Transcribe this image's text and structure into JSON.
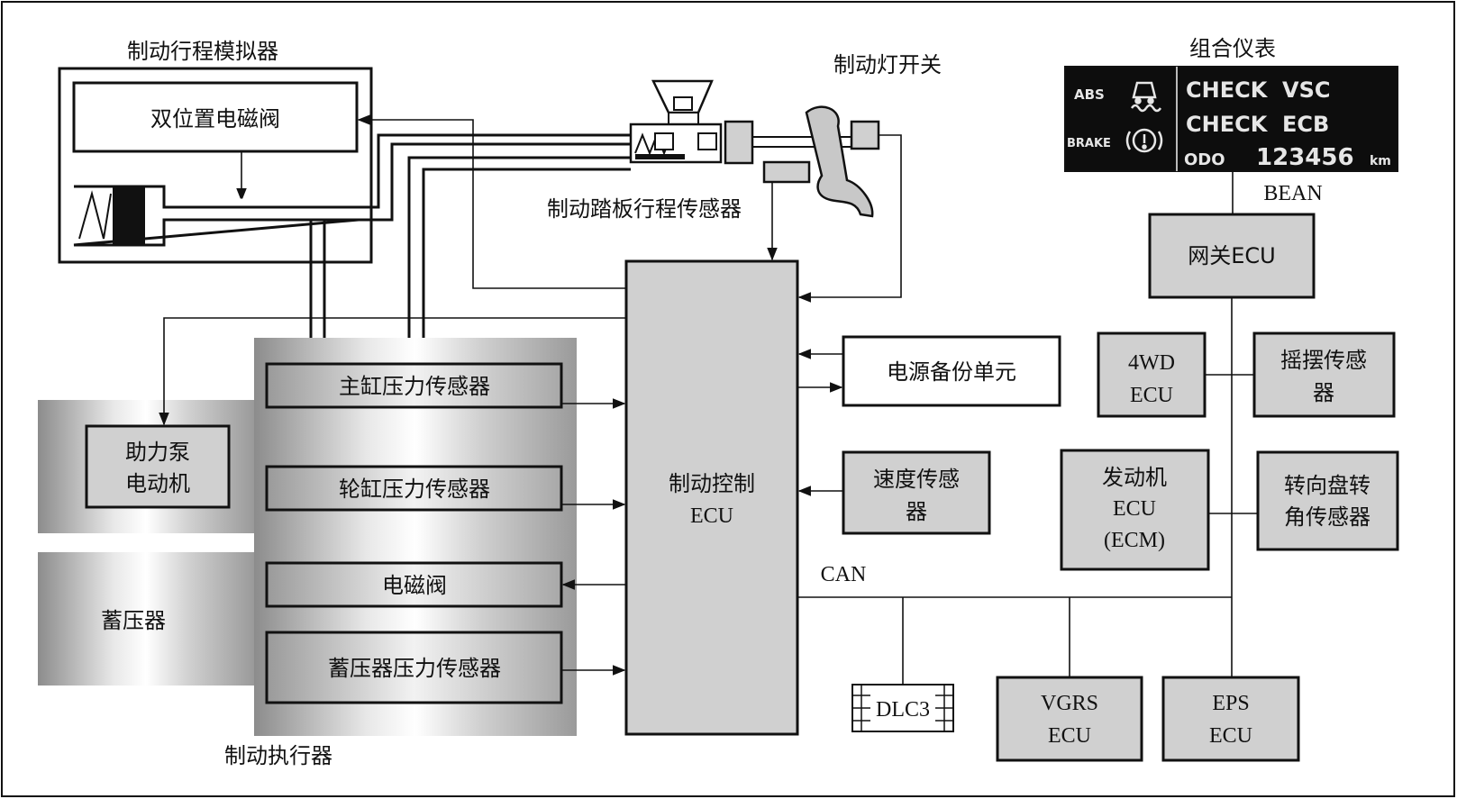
{
  "title_simulator": "制动行程模拟器",
  "dual_valve": "双位置电磁阀",
  "brake_light_switch": "制动灯开关",
  "pedal_stroke_sensor": "制动踏板行程传感器",
  "combination_meter": {
    "title": "组合仪表",
    "abs": "ABS",
    "brake": "BRAKE",
    "line1": "CHECK  VSC",
    "line2": "CHECK  ECB",
    "odo_label": "ODO",
    "odo_value": "123456",
    "odo_unit": "km"
  },
  "bean": "BEAN",
  "gateway_ecu": "网关ECU",
  "power_backup": "电源备份单元",
  "speed_sensor": [
    "速度传感",
    "器"
  ],
  "brake_ecu": [
    "制动控制",
    "ECU"
  ],
  "actuator": {
    "label": "制动执行器",
    "master_cyl_sensor": "主缸压力传感器",
    "wheel_cyl_sensor": "轮缸压力传感器",
    "solenoid": "电磁阀",
    "accum_sensor": "蓄压器压力传感器"
  },
  "pump_motor": [
    "助力泵",
    "电动机"
  ],
  "accumulator": "蓄压器",
  "ecu_4wd": [
    "4WD",
    "ECU"
  ],
  "yaw_sensor": [
    "摇摆传感",
    "器"
  ],
  "engine_ecu": [
    "发动机",
    "ECU",
    "(ECM)"
  ],
  "steer_sensor": [
    "转向盘转",
    "角传感器"
  ],
  "can": "CAN",
  "dlc3": "DLC3",
  "vgrs_ecu": [
    "VGRS",
    "ECU"
  ],
  "eps_ecu": [
    "EPS",
    "ECU"
  ]
}
